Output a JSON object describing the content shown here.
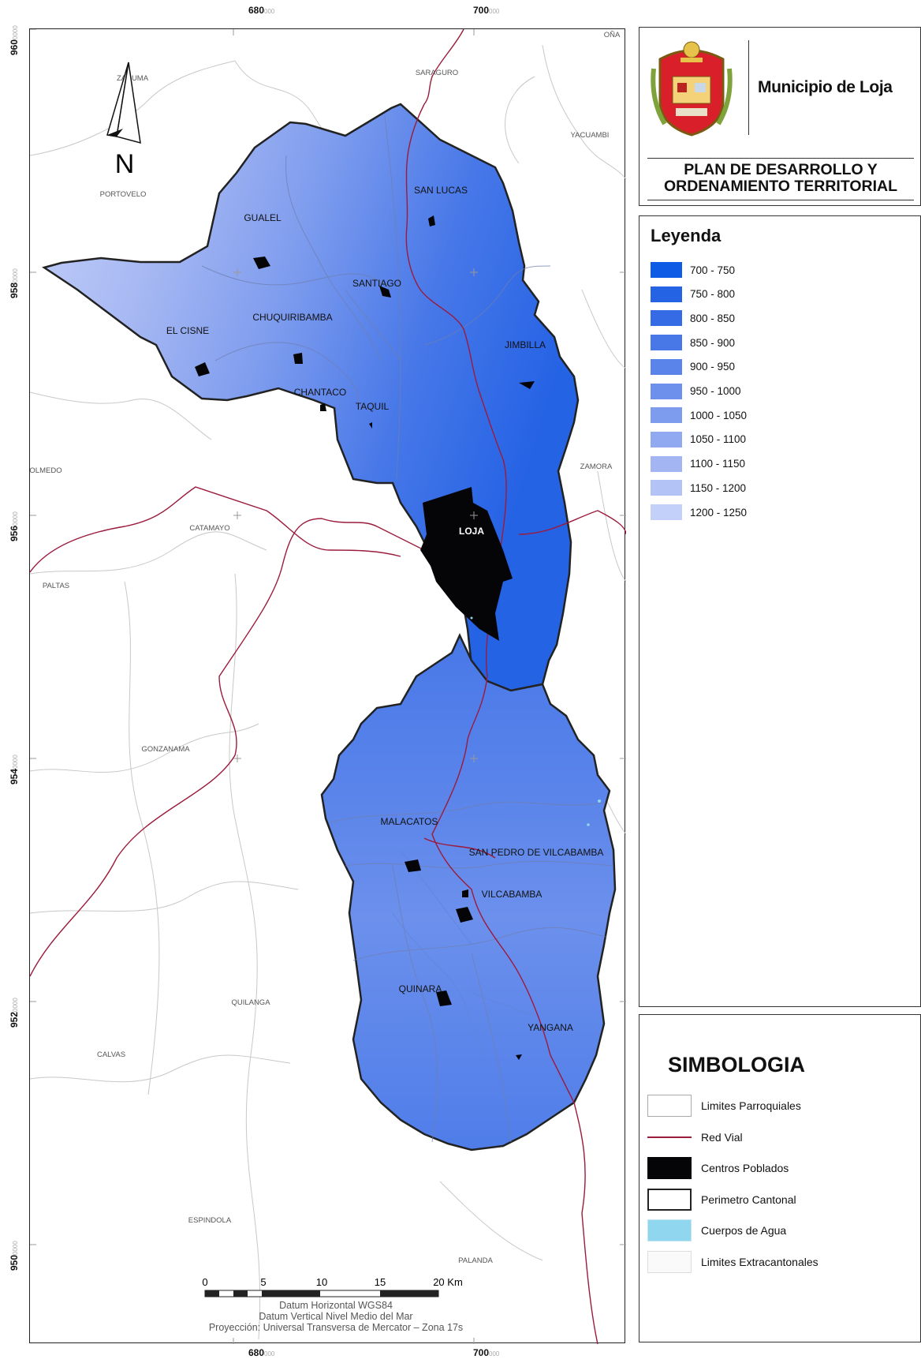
{
  "map": {
    "grid_x_labels": [
      {
        "value": "680",
        "suffix": "000"
      },
      {
        "value": "700",
        "suffix": "000"
      }
    ],
    "grid_y_labels": [
      {
        "value": "960",
        "suffix": "0000"
      },
      {
        "value": "958",
        "suffix": "0000"
      },
      {
        "value": "956",
        "suffix": "0000"
      },
      {
        "value": "954",
        "suffix": "0000"
      },
      {
        "value": "952",
        "suffix": "0000"
      },
      {
        "value": "950",
        "suffix": "0000"
      }
    ],
    "north_label": "N",
    "external_places": [
      "ZARUMA",
      "SARAGURO",
      "OÑA",
      "YACUAMBI",
      "PORTOVELO",
      "OLMEDO",
      "CATAMAYO",
      "ZAMORA",
      "PALTAS",
      "GONZANAMA",
      "QUILANGA",
      "CALVAS",
      "ESPINDOLA",
      "PALANDA"
    ],
    "parishes": [
      "SAN LUCAS",
      "GUALEL",
      "SANTIAGO",
      "CHUQUIRIBAMBA",
      "EL CISNE",
      "JIMBILLA",
      "CHANTACO",
      "TAQUIL",
      "LOJA",
      "MALACATOS",
      "SAN PEDRO DE VILCABAMBA",
      "VILCABAMBA",
      "QUINARA",
      "YANGANA"
    ],
    "scale_labels": [
      "0",
      "5",
      "10",
      "15",
      "20 Km"
    ],
    "datum_lines": [
      "Datum Horizontal WGS84",
      "Datum Vertical Nivel Medio del Mar",
      "Proyección: Universal Transversa de Mercator – Zona 17s"
    ],
    "colors": {
      "road": "#9b1b3c",
      "perimeter": "#222222",
      "settlement": "#050508",
      "water": "#8fd6ee"
    }
  },
  "header": {
    "municipality": "Municipio de Loja",
    "plan_line1": "PLAN DE DESARROLLO Y",
    "plan_line2": "ORDENAMIENTO TERRITORIAL"
  },
  "legend": {
    "title": "Leyenda",
    "classes": [
      {
        "label": "700 - 750",
        "color": "#0e5ce6"
      },
      {
        "label": "750 - 800",
        "color": "#2563e5"
      },
      {
        "label": "800 - 850",
        "color": "#356ce6"
      },
      {
        "label": "850 - 900",
        "color": "#4878e8"
      },
      {
        "label": "900 - 950",
        "color": "#5a84ea"
      },
      {
        "label": "950 - 1000",
        "color": "#6c90ec"
      },
      {
        "label": "1000 - 1050",
        "color": "#7e9cee"
      },
      {
        "label": "1050 - 1100",
        "color": "#91a9f0"
      },
      {
        "label": "1100 - 1150",
        "color": "#a3b6f3"
      },
      {
        "label": "1150 - 1200",
        "color": "#b3c3f6"
      },
      {
        "label": "1200 - 1250",
        "color": "#c3d0f9"
      }
    ]
  },
  "symbology": {
    "title": "SIMBOLOGIA",
    "items": [
      {
        "label": "Limites Parroquiales",
        "kind": "parish"
      },
      {
        "label": "Red Vial",
        "kind": "road"
      },
      {
        "label": "Centros Poblados",
        "kind": "settlement"
      },
      {
        "label": "Perimetro Cantonal",
        "kind": "perimeter"
      },
      {
        "label": "Cuerpos de Agua",
        "kind": "water"
      },
      {
        "label": "Limites Extracantonales",
        "kind": "external"
      }
    ]
  }
}
